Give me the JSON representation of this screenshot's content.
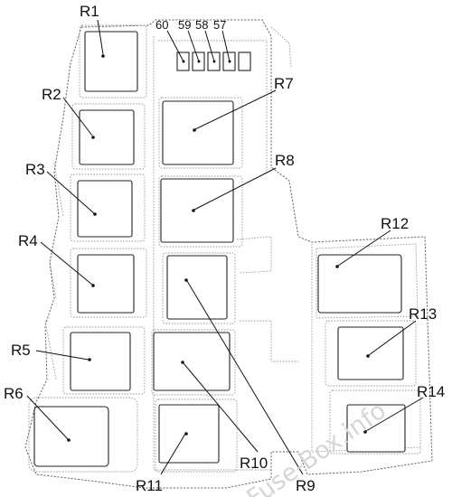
{
  "watermark": "Fuse-Box.info",
  "relays": [
    {
      "label": "R1"
    },
    {
      "label": "R2"
    },
    {
      "label": "R3"
    },
    {
      "label": "R4"
    },
    {
      "label": "R5"
    },
    {
      "label": "R6"
    },
    {
      "label": "R7"
    },
    {
      "label": "R8"
    },
    {
      "label": "R9"
    },
    {
      "label": "R10"
    },
    {
      "label": "R11"
    },
    {
      "label": "R12"
    },
    {
      "label": "R13"
    },
    {
      "label": "R14"
    }
  ],
  "fuses": [
    {
      "label": "60"
    },
    {
      "label": "59"
    },
    {
      "label": "58"
    },
    {
      "label": "57"
    }
  ]
}
